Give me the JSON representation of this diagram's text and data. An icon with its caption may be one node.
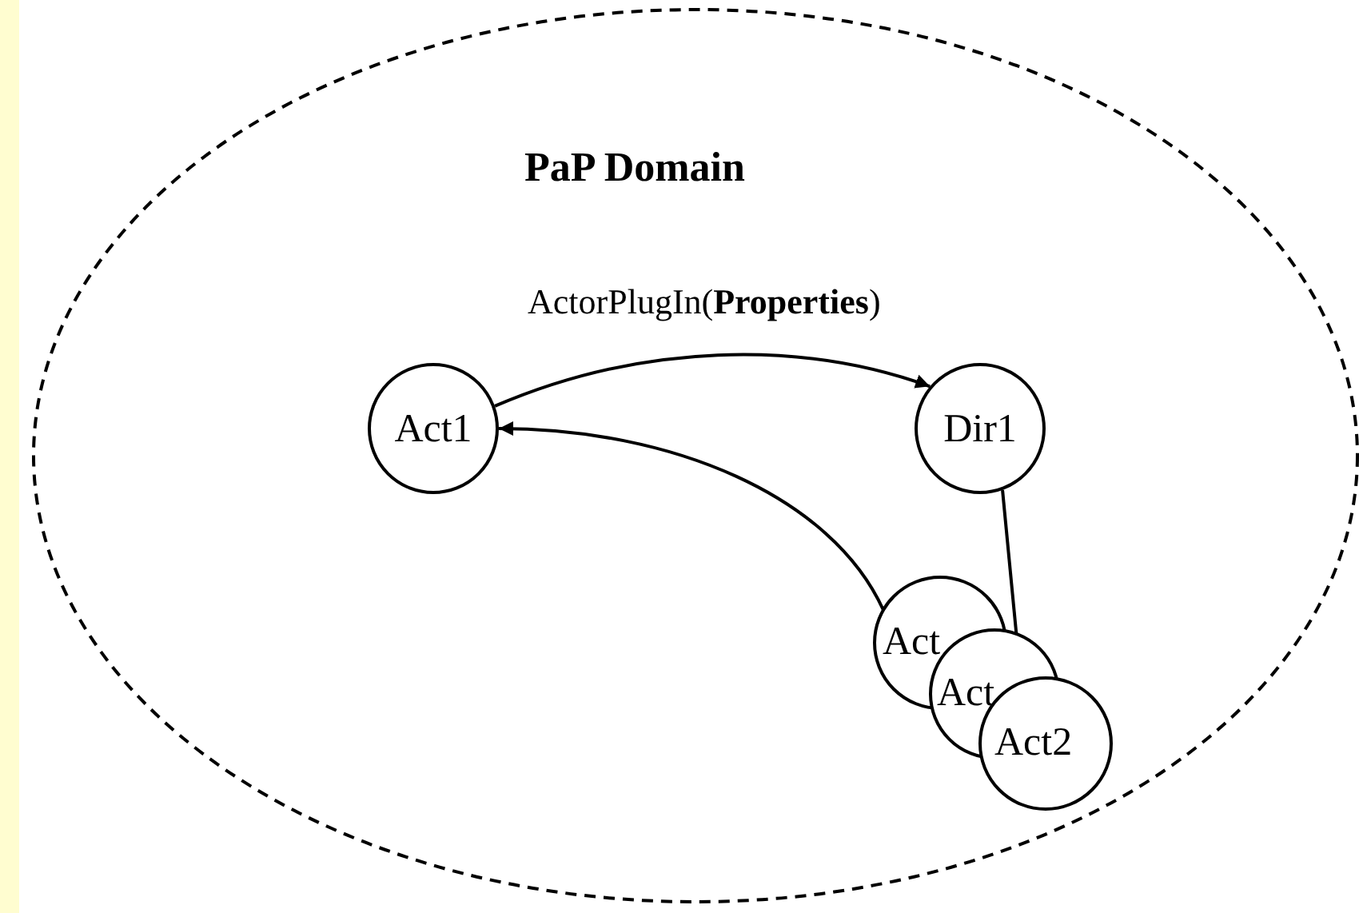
{
  "diagram": {
    "nodes": [
      {
        "text": [
          "PaP Domain"
        ]
      },
      {
        "text": [
          "Act1"
        ],
        "in": 0
      },
      {
        "text": [
          "Dir1"
        ],
        "in": 0
      },
      {
        "text": [
          "Act"
        ],
        "in": 0
      },
      {
        "text": [
          "Act"
        ],
        "in": 0
      },
      {
        "text": [
          "Act2"
        ],
        "in": 0
      }
    ],
    "edges": [
      {
        "from": 1,
        "to": 2,
        "arrow": "to",
        "label": "ActorPlugIn(**Properties**)"
      },
      {
        "from": 3,
        "to": 1,
        "arrow": "to"
      },
      {
        "from": 2,
        "to": 4,
        "arrow": "none"
      }
    ]
  }
}
